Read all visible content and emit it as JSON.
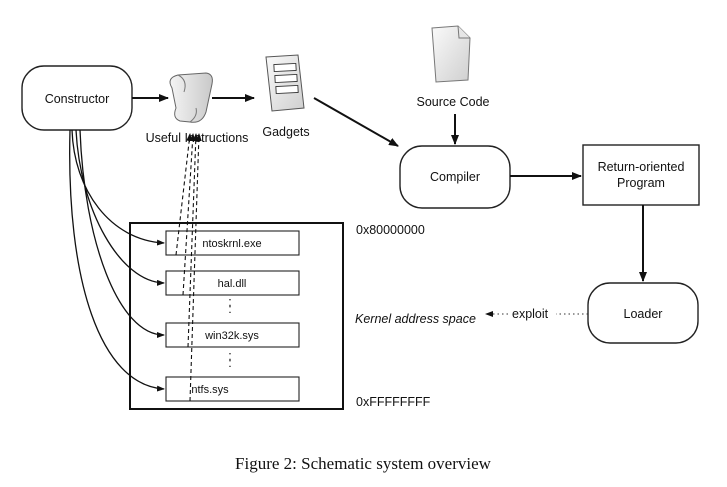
{
  "nodes": {
    "constructor": "Constructor",
    "useful_instructions": "Useful Instructions",
    "gadgets": "Gadgets",
    "source_code": "Source Code",
    "compiler": "Compiler",
    "rop_program_line1": "Return-oriented",
    "rop_program_line2": "Program",
    "loader": "Loader"
  },
  "memory": {
    "modules": [
      "ntoskrnl.exe",
      "hal.dll",
      "win32k.sys",
      "ntfs.sys"
    ],
    "ellipsis": ":",
    "addr_start": "0x80000000",
    "addr_end": "0xFFFFFFFF",
    "space_label": "Kernel address space"
  },
  "edges": {
    "exploit_label": "exploit"
  },
  "caption": "Figure 2: Schematic system overview"
}
